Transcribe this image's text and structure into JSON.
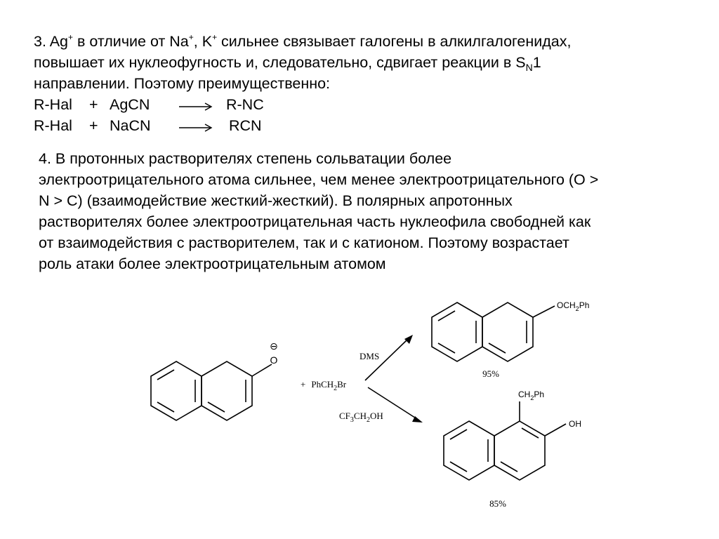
{
  "point3": {
    "line1_a": "3. Ag",
    "line1_sup1": "+",
    "line1_b": " в отличие от Na",
    "line1_sup2": "+",
    "line1_c": ", K",
    "line1_sup3": "+",
    "line1_d": " сильнее связывает галогены в алкилгалогенидах,",
    "line2_a": "повышает их нуклеофугность  и, следовательно, сдвигает реакции в S",
    "line2_sub": "N",
    "line2_b": "1",
    "line3": "направлении. Поэтому преимущественно:",
    "equations": [
      {
        "left": "R-Hal",
        "plus": "+",
        "reagent": "AgCN",
        "product": "R-NC"
      },
      {
        "left": "R-Hal",
        "plus": "+",
        "reagent": "NaCN",
        "product": "RCN"
      }
    ]
  },
  "point4": {
    "lines": [
      "4. В протонных растворителях степень сольватации более",
      "электроотрицательного атома сильнее, чем менее электроотрицательного (O >",
      "N > C) (взаимодействие жесткий-жесткий). В полярных апротонных",
      "растворителях более электроотрицательная часть нуклеофила свободней как",
      "от взаимодействия с растворителем, так и с катионом. Поэтому возрастает",
      "роль атаки более электроотрицательным атомом"
    ]
  },
  "scheme": {
    "reactant_charge": "⊖",
    "reactant_atom": "O",
    "reagent_plus": "+",
    "reagent_a": "PhCH",
    "reagent_sub": "2",
    "reagent_b": "Br",
    "solvent_top": "DMS",
    "solvent_bottom_a": "CF",
    "solvent_bottom_sub1": "3",
    "solvent_bottom_b": "CH",
    "solvent_bottom_sub2": "2",
    "solvent_bottom_c": "OH",
    "product1_sub_a": "OCH",
    "product1_sub_sub": "2",
    "product1_sub_b": "Ph",
    "product1_yield": "95%",
    "product2_sub1_a": "CH",
    "product2_sub1_sub": "2",
    "product2_sub1_b": "Ph",
    "product2_sub2": "OH",
    "product2_yield": "85%"
  }
}
